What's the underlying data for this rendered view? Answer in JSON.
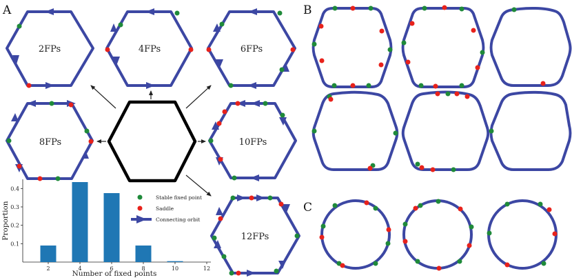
{
  "panels": {
    "a": "A",
    "b": "B",
    "c": "C"
  },
  "colors": {
    "orbit": "#3c47a3",
    "stable": "#1f8a3a",
    "saddle": "#e8221b",
    "bar": "#1f77b4",
    "center": "#000000"
  },
  "hexagons": [
    {
      "id": "2fps",
      "label": "2FPs"
    },
    {
      "id": "4fps",
      "label": "4FPs"
    },
    {
      "id": "6fps",
      "label": "6FPs"
    },
    {
      "id": "8fps",
      "label": "8FPs"
    },
    {
      "id": "10fps",
      "label": "10FPs"
    },
    {
      "id": "12fps",
      "label": "12FPs"
    }
  ],
  "legend": {
    "stable": "Stable fixed point",
    "saddle": "Saddle",
    "orbit": "Connecting orbit"
  },
  "chart_data": {
    "type": "bar",
    "categories": [
      "2",
      "4",
      "6",
      "8",
      "10",
      "12"
    ],
    "values": [
      0.09,
      0.435,
      0.375,
      0.09,
      0.005,
      0.0
    ],
    "xlabel": "Number of fixed points",
    "ylabel": "Proportion",
    "ylim": [
      0,
      0.45
    ],
    "yticks": [
      "0.1",
      "0.2",
      "0.3",
      "0.4"
    ],
    "grid": false,
    "legend_placement": "top-right"
  }
}
